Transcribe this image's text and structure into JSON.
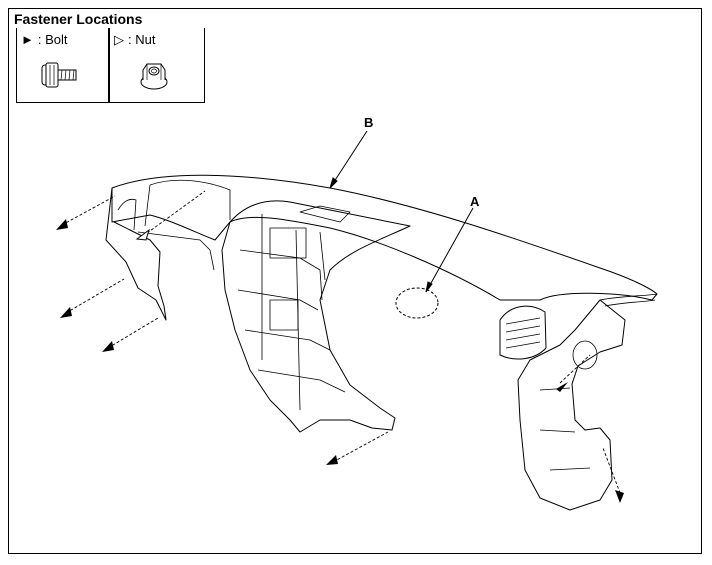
{
  "legend": {
    "title": "Fastener Locations",
    "bolt": {
      "symbol": "►",
      "label": ": Bolt",
      "icon": "bolt-icon"
    },
    "nut": {
      "symbol": "▷",
      "label": ": Nut",
      "icon": "nut-icon"
    }
  },
  "callouts": {
    "a": "A",
    "b": "B"
  },
  "colors": {
    "line": "#000000",
    "background": "#ffffff"
  }
}
